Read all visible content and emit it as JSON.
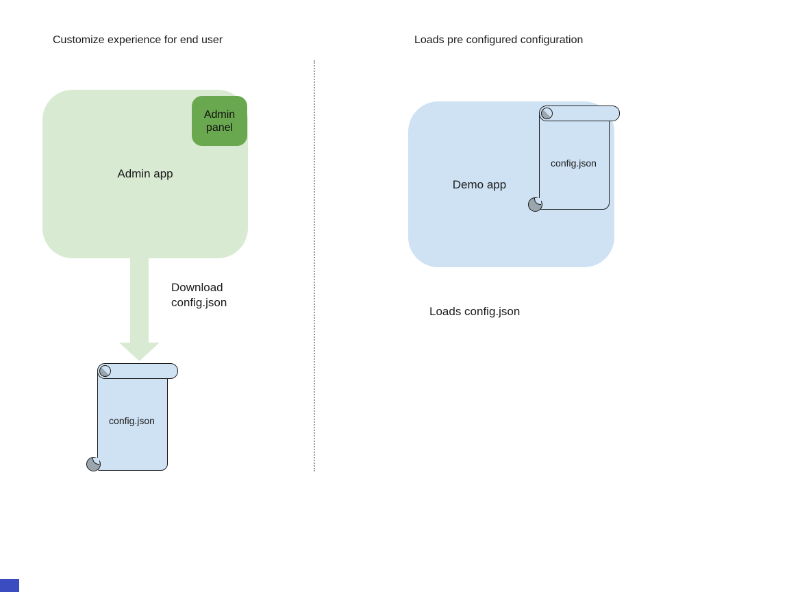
{
  "left": {
    "title": "Customize experience for end user",
    "admin_app_label": "Admin app",
    "admin_panel_line1": "Admin",
    "admin_panel_line2": "panel",
    "download_line1": "Download",
    "download_line2": "config.json",
    "config_file_label": "config.json"
  },
  "right": {
    "title": "Loads pre configured configuration",
    "demo_app_label": "Demo app",
    "config_file_label": "config.json",
    "loads_label": "Loads config.json"
  },
  "colors": {
    "admin_box_fill": "#d9ead3",
    "admin_panel_fill": "#6aa84f",
    "blue_fill": "#cfe2f3",
    "scroll_curl_gray": "#9aa5ad",
    "arrow_fill": "#d9ead3",
    "divider_gray": "#9a9a9a",
    "text": "#1a1a1a",
    "corner_square_blue": "#3b4cc0"
  }
}
